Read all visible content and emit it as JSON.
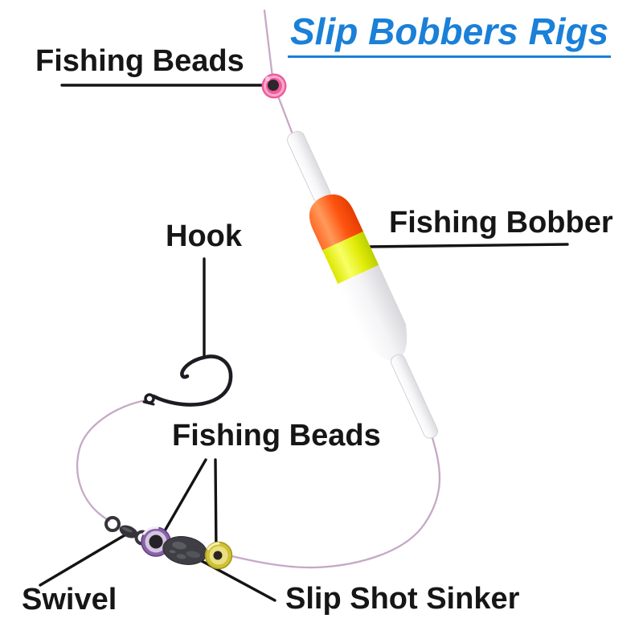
{
  "title": "Slip Bobbers Rigs",
  "labels": {
    "beads_top": "Fishing Beads",
    "bobber": "Fishing Bobber",
    "hook": "Hook",
    "beads_middle": "Fishing Beads",
    "swivel": "Swivel",
    "sinker": "Slip Shot Sinker"
  },
  "colors": {
    "background": "#ffffff",
    "title_blue": "#1a80d8",
    "label_black": "#161616",
    "leader_black": "#141414",
    "line_pink": "#c5a9c5",
    "bead_pink": "#ee5c9c",
    "bobber_orange": "#f84a08",
    "bobber_yellow": "#e2ec0a",
    "bobber_white": "#f2f2f4",
    "bead_purple": "#8a62a8",
    "bead_yellow": "#cfc232",
    "sinker_gray": "#3e3e44",
    "hardware_dark": "#34343a"
  },
  "parts": [
    "fishing-line",
    "pink-fishing-bead",
    "slip-bobber-float",
    "circle-hook",
    "barrel-swivel",
    "purple-fishing-bead",
    "slip-shot-sinker-weight",
    "yellow-fishing-bead"
  ]
}
